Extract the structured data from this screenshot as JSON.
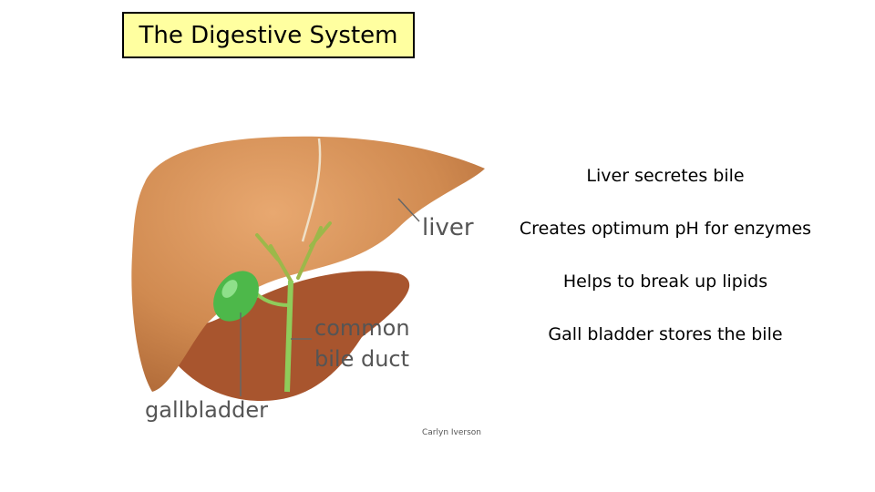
{
  "slide": {
    "title": "The Digestive System"
  },
  "diagram": {
    "labels": {
      "liver": "liver",
      "common_bile_duct_1": "common",
      "common_bile_duct_2": "bile duct",
      "gallbladder": "gallbladder",
      "credit": "Carlyn Iverson"
    },
    "colors": {
      "liver": "#d08a50",
      "liver_shadow": "#a8552e",
      "gallbladder": "#4db84a",
      "duct": "#8fcc5a",
      "title_bg": "#ffffa0"
    }
  },
  "bullets": [
    "Liver secretes bile",
    "Creates optimum pH for enzymes",
    "Helps to break up lipids",
    "Gall bladder stores the bile"
  ]
}
